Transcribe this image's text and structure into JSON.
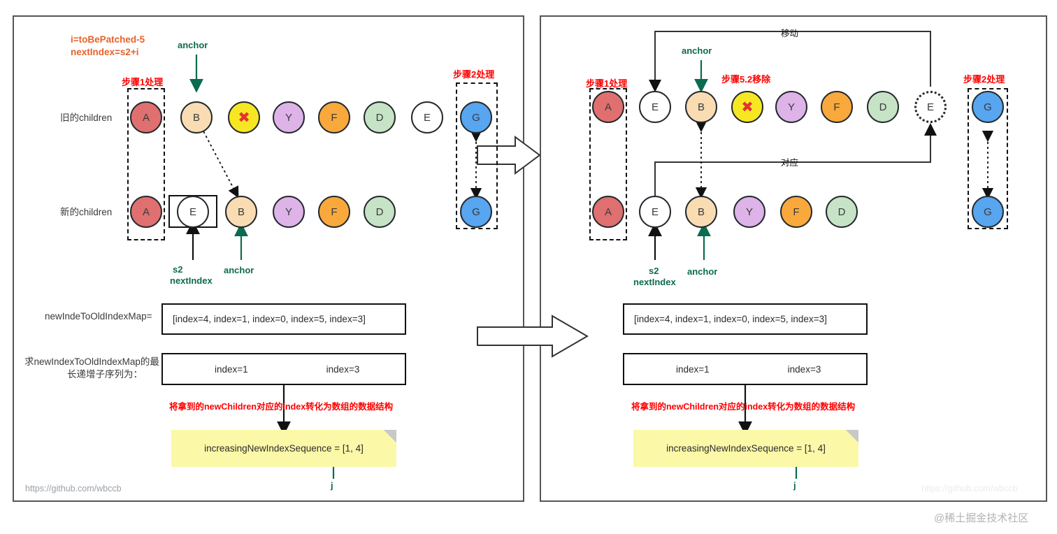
{
  "meta": {
    "watermark_left": "https://github.com/wbccb",
    "watermark_right_faint": "https://github.com/wbccb",
    "watermark_bottom": "@稀土掘金技术社区"
  },
  "colors": {
    "A": "#e07070",
    "B": "#fadcb3",
    "X": "#f7e723",
    "Y": "#ddb3e8",
    "F": "#f9a93c",
    "D": "#c6e3c6",
    "E": "#ffffff",
    "G": "#58a5f0",
    "red_label": "#ff0000",
    "orange_label": "#e8622a",
    "green_label": "#0b6b4f",
    "note_bg": "#fbf8a8"
  },
  "left": {
    "annotation_orange_line1": "i=toBePatched-5",
    "annotation_orange_line2": "nextIndex=s2+i",
    "anchor_top_label": "anchor",
    "anchor_bottom_label": "anchor",
    "s2_label": "s2",
    "nextindex_label": "nextIndex",
    "step1_label": "步骤1处理",
    "step2_label": "步骤2处理",
    "row_old_label": "旧的children",
    "row_new_label": "新的children",
    "old_children": [
      {
        "id": "A",
        "text": "A",
        "fill": "#e07070"
      },
      {
        "id": "B",
        "text": "B",
        "fill": "#fadcb3"
      },
      {
        "id": "X",
        "text": "✖",
        "fill": "#f7e723"
      },
      {
        "id": "Y",
        "text": "Y",
        "fill": "#ddb3e8"
      },
      {
        "id": "F",
        "text": "F",
        "fill": "#f9a93c"
      },
      {
        "id": "D",
        "text": "D",
        "fill": "#c6e3c6"
      },
      {
        "id": "E",
        "text": "E",
        "fill": "#ffffff"
      },
      {
        "id": "G",
        "text": "G",
        "fill": "#58a5f0"
      }
    ],
    "new_children": [
      {
        "id": "A",
        "text": "A",
        "fill": "#e07070"
      },
      {
        "id": "E",
        "text": "E",
        "fill": "#ffffff"
      },
      {
        "id": "B",
        "text": "B",
        "fill": "#fadcb3"
      },
      {
        "id": "Y",
        "text": "Y",
        "fill": "#ddb3e8"
      },
      {
        "id": "F",
        "text": "F",
        "fill": "#f9a93c"
      },
      {
        "id": "D",
        "text": "D",
        "fill": "#c6e3c6"
      },
      {
        "id": "G",
        "text": "G",
        "fill": "#58a5f0"
      }
    ],
    "map_label": "newIndeToOldIndexMap=",
    "map_value": "[index=4,    index=1,    index=0,   index=5,   index=3]",
    "lis_label_line1": "求newIndexToOldIndexMap的最",
    "lis_label_line2": "长递增子序列为：",
    "lis_item_1": "index=1",
    "lis_item_2": "index=3",
    "transform_note": "将拿到的newChildren对应的index转化为数组的数据结构",
    "sequence_note": "increasingNewIndexSequence = [1, 4]",
    "j_label": "j"
  },
  "right": {
    "move_label": "移动",
    "correspond_label": "对应",
    "anchor_top_label": "anchor",
    "anchor_bottom_label": "anchor",
    "s2_label": "s2",
    "nextindex_label": "nextIndex",
    "step1_label": "步骤1处理",
    "step2_label": "步骤2处理",
    "step52_label": "步骤5.2移除",
    "old_children": [
      {
        "id": "A",
        "text": "A",
        "fill": "#e07070",
        "dotted": false
      },
      {
        "id": "E1",
        "text": "E",
        "fill": "#ffffff",
        "dotted": false
      },
      {
        "id": "B",
        "text": "B",
        "fill": "#fadcb3",
        "dotted": false
      },
      {
        "id": "X",
        "text": "✖",
        "fill": "#f7e723",
        "dotted": false
      },
      {
        "id": "Y",
        "text": "Y",
        "fill": "#ddb3e8",
        "dotted": false
      },
      {
        "id": "F",
        "text": "F",
        "fill": "#f9a93c",
        "dotted": false
      },
      {
        "id": "D",
        "text": "D",
        "fill": "#c6e3c6",
        "dotted": false
      },
      {
        "id": "E2",
        "text": "E",
        "fill": "#ffffff",
        "dotted": true
      },
      {
        "id": "G",
        "text": "G",
        "fill": "#58a5f0",
        "dotted": false
      }
    ],
    "new_children": [
      {
        "id": "A",
        "text": "A",
        "fill": "#e07070"
      },
      {
        "id": "E",
        "text": "E",
        "fill": "#ffffff"
      },
      {
        "id": "B",
        "text": "B",
        "fill": "#fadcb3"
      },
      {
        "id": "Y",
        "text": "Y",
        "fill": "#ddb3e8"
      },
      {
        "id": "F",
        "text": "F",
        "fill": "#f9a93c"
      },
      {
        "id": "D",
        "text": "D",
        "fill": "#c6e3c6"
      },
      {
        "id": "G",
        "text": "G",
        "fill": "#58a5f0"
      }
    ],
    "map_value": "[index=4,    index=1,    index=0,   index=5,   index=3]",
    "lis_item_1": "index=1",
    "lis_item_2": "index=3",
    "transform_note": "将拿到的newChildren对应的index转化为数组的数据结构",
    "sequence_note": "increasingNewIndexSequence = [1, 4]",
    "j_label": "j"
  }
}
